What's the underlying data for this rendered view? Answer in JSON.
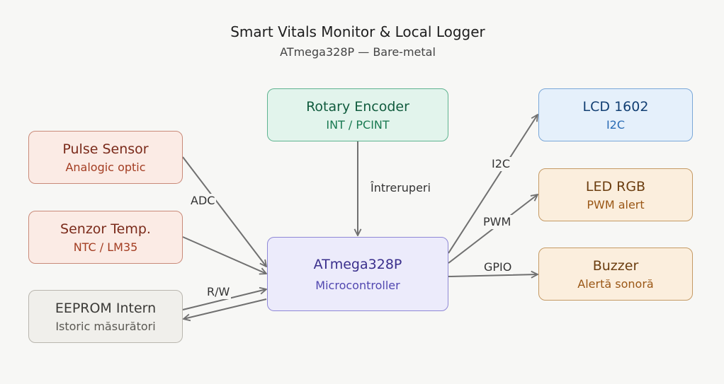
{
  "title": "Smart Vitals Monitor & Local Logger",
  "subtitle": "ATmega328P — Bare-metal",
  "nodes": {
    "pulse": {
      "label": "Pulse Sensor",
      "sub": "Analogic optic"
    },
    "temp": {
      "label": "Senzor Temp.",
      "sub": "NTC / LM35"
    },
    "eeprom": {
      "label": "EEPROM Intern",
      "sub": "Istoric măsurători"
    },
    "encoder": {
      "label": "Rotary Encoder",
      "sub": "INT / PCINT"
    },
    "mcu": {
      "label": "ATmega328P",
      "sub": "Microcontroller"
    },
    "lcd": {
      "label": "LCD 1602",
      "sub": "I2C"
    },
    "led": {
      "label": "LED RGB",
      "sub": "PWM alert"
    },
    "buzzer": {
      "label": "Buzzer",
      "sub": "Alertă sonoră"
    }
  },
  "edges": {
    "adc": "ADC",
    "rw": "R/W",
    "interrupts": "Întreruperi",
    "i2c": "I2C",
    "pwm": "PWM",
    "gpio": "GPIO"
  },
  "colors": {
    "edge": "#707070",
    "background": "#f7f7f5"
  }
}
